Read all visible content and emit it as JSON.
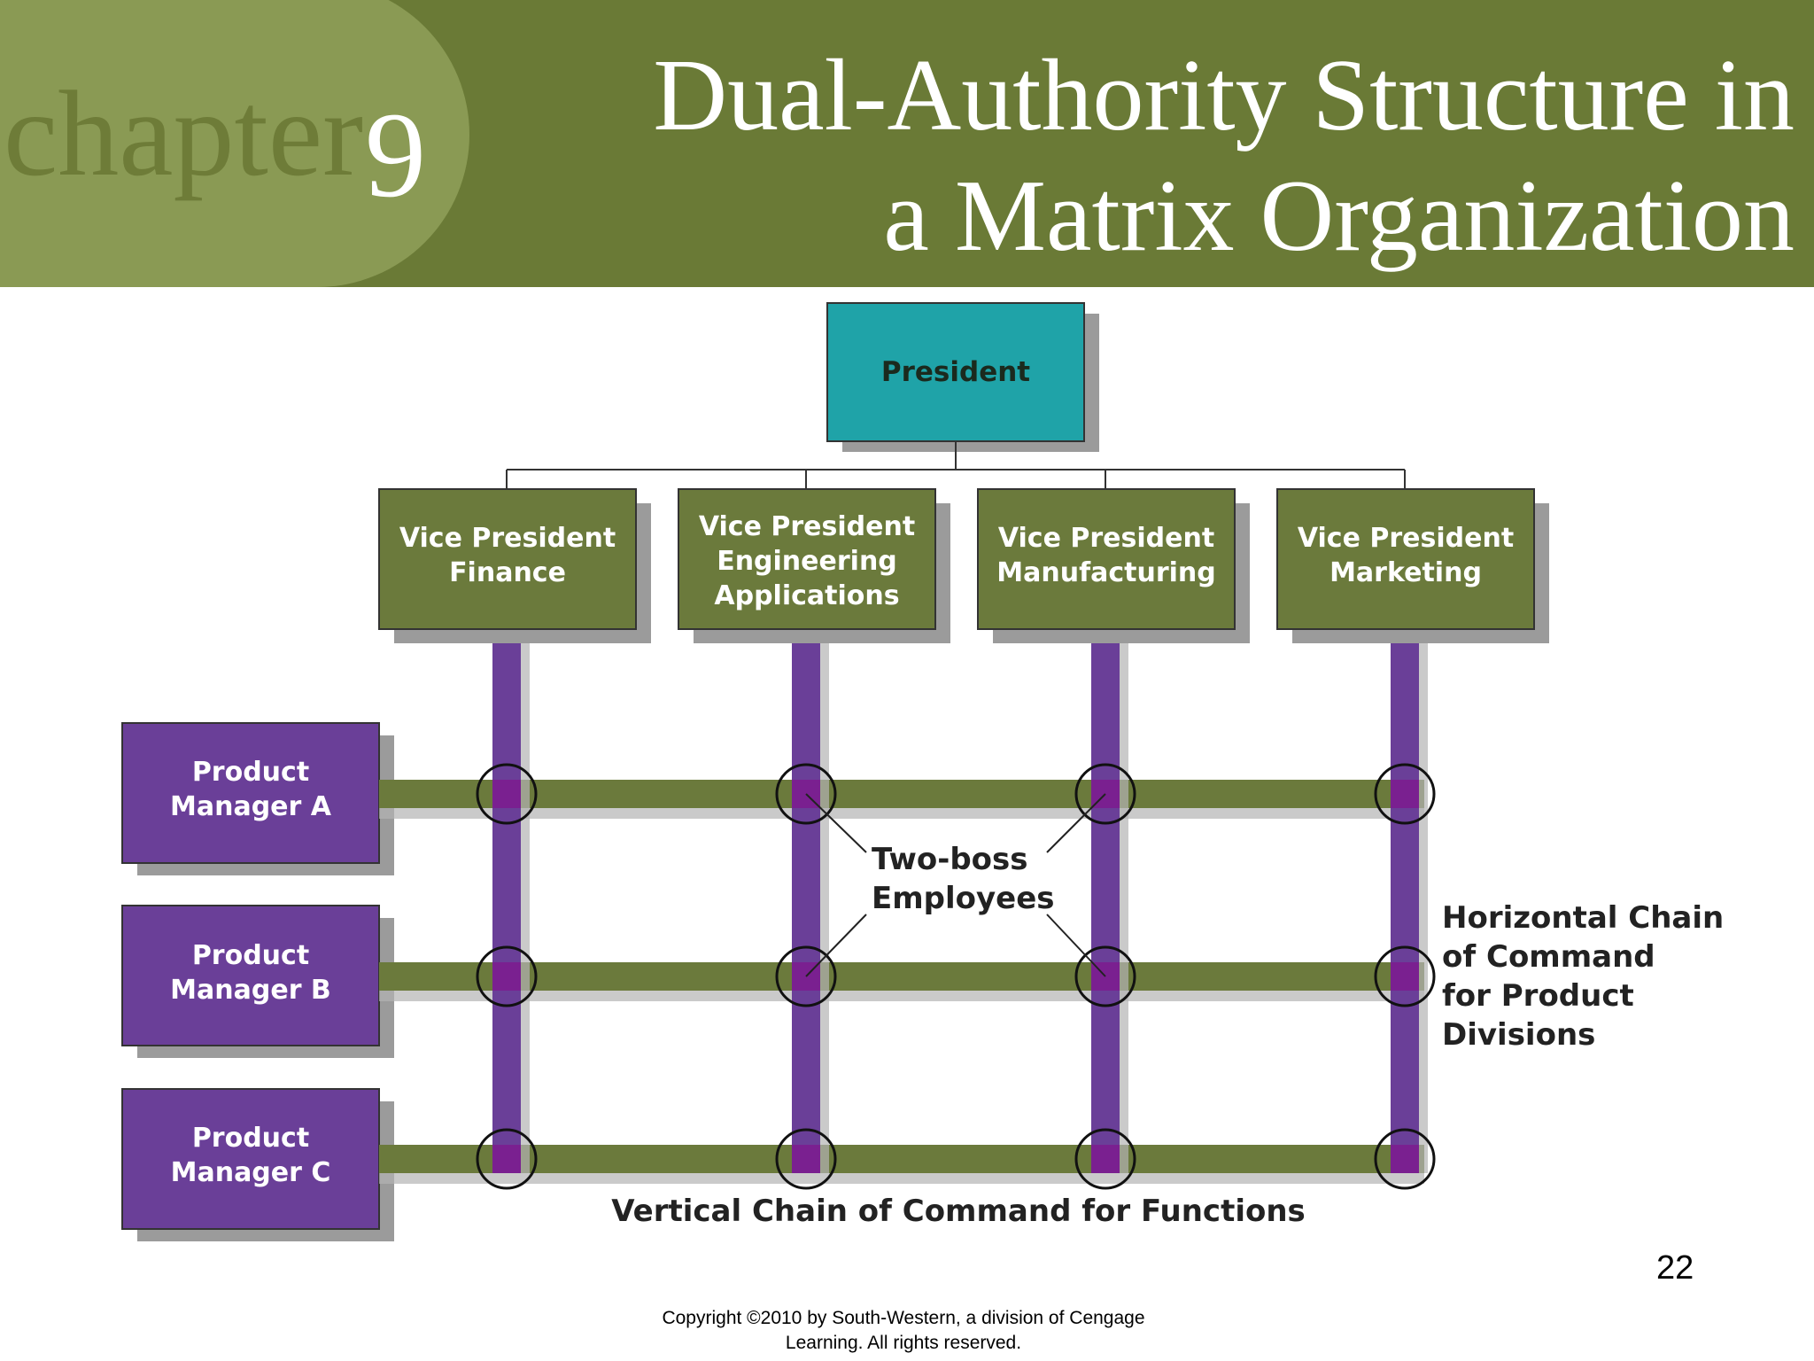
{
  "header": {
    "chapter_word": "chapter",
    "chapter_number": "9",
    "title_line_1": "Dual-Authority Structure in",
    "title_line_2": "a Matrix Organization"
  },
  "diagram": {
    "president": "President",
    "vice_presidents": [
      {
        "lines": [
          "Vice President",
          "Finance"
        ]
      },
      {
        "lines": [
          "Vice President",
          "Engineering",
          "Applications"
        ]
      },
      {
        "lines": [
          "Vice President",
          "Manufacturing"
        ]
      },
      {
        "lines": [
          "Vice President",
          "Marketing"
        ]
      }
    ],
    "product_managers": [
      {
        "lines": [
          "Product",
          "Manager A"
        ]
      },
      {
        "lines": [
          "Product",
          "Manager B"
        ]
      },
      {
        "lines": [
          "Product",
          "Manager C"
        ]
      }
    ],
    "two_boss_label": [
      "Two-boss",
      "Employees"
    ],
    "horizontal_chain_label": [
      "Horizontal Chain",
      "of Command",
      "for Product",
      "Divisions"
    ],
    "vertical_chain_label": "Vertical Chain of Command for Functions"
  },
  "colors": {
    "header_green": "#6a7a36",
    "olive_box": "#6b7a3c",
    "purple": "#6a3f98",
    "president_teal": "#1fa3a8",
    "shadow": "#9b9b9b"
  },
  "footer": {
    "page_number": "22",
    "copyright_line_1": "Copyright ©2010 by South-Western, a division of  Cengage",
    "copyright_line_2": "Learning.  All rights reserved."
  }
}
